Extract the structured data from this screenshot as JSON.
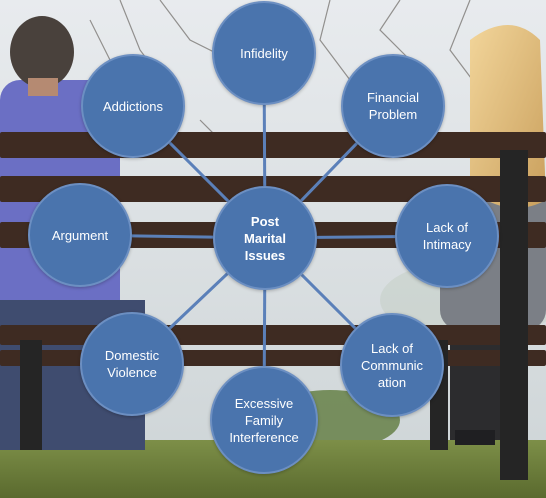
{
  "diagram": {
    "center": {
      "label": "Post\nMarital\nIssues"
    },
    "nodes": [
      {
        "label": "Infidelity"
      },
      {
        "label": "Financial\nProblem"
      },
      {
        "label": "Lack of\nIntimacy"
      },
      {
        "label": "Lack of\nCommunic\nation"
      },
      {
        "label": "Excessive\nFamily\nInterference"
      },
      {
        "label": "Domestic\nViolence"
      },
      {
        "label": "Argument"
      },
      {
        "label": "Addictions"
      }
    ]
  },
  "colors": {
    "node_fill": "#4a74ad",
    "node_border": "#6c8fc2",
    "connector": "#5b80b9",
    "sky": "#dfe3e6",
    "grass": "#6b7d3a",
    "bench_wood": "#3e2b22"
  }
}
